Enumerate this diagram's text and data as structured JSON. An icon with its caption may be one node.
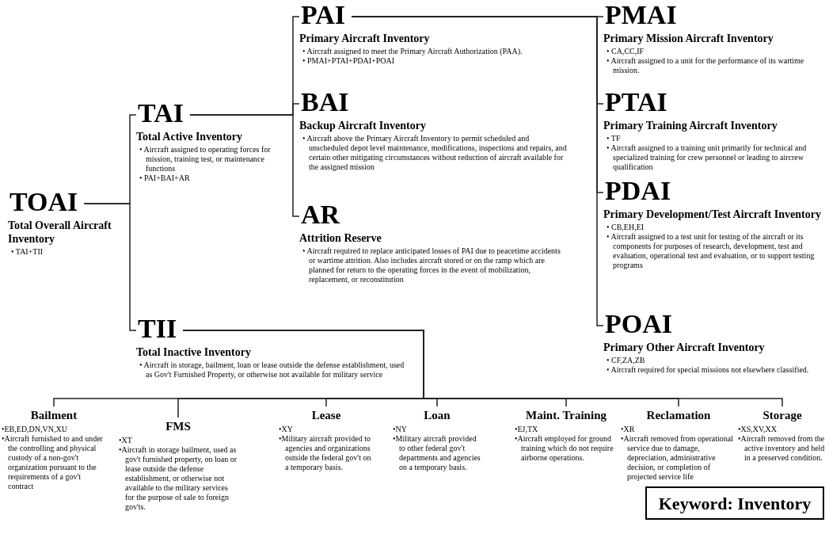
{
  "diagram": {
    "nodes": [
      {
        "text": [
          "TOAI",
          "Total Overall Aircraft Inventory",
          "• TAI+TII"
        ]
      },
      {
        "text": [
          "TAI",
          "Total Active Inventory",
          "• Aircraft assigned to operating forces for mission, training test, or maintenance functions",
          "• PAI+BAI+AR"
        ]
      },
      {
        "text": [
          "TII",
          "Total Inactive Inventory",
          "• Aircraft in storage, bailment, loan or lease outside the defense establishment, used as Gov't Furnished Property, or otherwise not available for military service"
        ]
      },
      {
        "text": [
          "PAI",
          "Primary Aircraft Inventory",
          "• Aircraft assigned to meet the Primary Aircraft Authorization (PAA).",
          "• PMAI+PTAI+PDAI+POAI"
        ]
      },
      {
        "text": [
          "BAI",
          "Backup Aircraft Inventory",
          "• Aircraft above the Primary Aircraft Inventory to permit scheduled and unscheduled depot level maintenance, modifications, inspections and repairs, and certain other mitigating circumstances without reduction of aircraft available for the assigned mission"
        ]
      },
      {
        "text": [
          "AR",
          "Attrition Reserve",
          "• Aircraft required to replace anticipated losses of PAI due to peacetime accidents or wartime attrition. Also includes aircraft stored or on the ramp which are planned for return to the operating forces in the event of mobilization, replacement, or reconstitution"
        ]
      },
      {
        "text": [
          "PMAI",
          "Primary Mission Aircraft Inventory",
          "• CA,CC,IF",
          "• Aircraft assigned to a unit for the performance of its wartime mission."
        ]
      },
      {
        "text": [
          "PTAI",
          "Primary Training Aircraft Inventory",
          "• TF",
          "• Aircraft assigned to a training unit primarily for technical and specialized training for crew personnel or leading to aircrew qualification"
        ]
      },
      {
        "text": [
          "PDAI",
          "Primary Development/Test Aircraft Inventory",
          "• CB,EH,EI",
          "• Aircraft assigned to a test unit for testing of the aircraft or its components for purposes of research, development, test and evaluation, operational test and evaluation, or to support testing programs"
        ]
      },
      {
        "text": [
          "POAI",
          "Primary Other Aircraft Inventory",
          "• CF,ZA,ZB",
          "• Aircraft required for special missions not elsewhere classified."
        ]
      },
      {
        "text": [
          "Bailment",
          "•EB,ED,DN,VN,XU",
          "•Aircraft furnished to and under the controlling and physical custody of a non-gov't organization pursuant to the requirements of a gov't contract"
        ]
      },
      {
        "text": [
          "FMS",
          "•XT",
          "•Aircraft in storage bailment, used as gov't furnished property, on loan or lease outside the defense establishment, or otherwise not available to the military services for the purpose of sale to foreign gov'ts."
        ]
      },
      {
        "text": [
          "Lease",
          "•XY",
          "•Military aircraft provided to agencies and organizations outside the federal gov't on a temporary basis."
        ]
      },
      {
        "text": [
          "Loan",
          "•NY",
          "•Military aircraft provided to other federal gov't departments and agencies on a temporary basis."
        ]
      },
      {
        "text": [
          "Maint. Training",
          "•EJ,TX",
          "•Aircraft employed for ground training which do not require airborne operations."
        ]
      },
      {
        "text": [
          "Reclamation",
          "•XR",
          "•Aircraft removed from operational service due to damage, depreciation, administrative decision, or completion of projected service life"
        ]
      },
      {
        "text": [
          "Storage",
          "•XS,XV,XX",
          "•Aircraft removed from the active inventory and held in a preserved condition."
        ]
      }
    ],
    "edges": [
      {
        "from": 0,
        "to": 1,
        "arrow": "none"
      },
      {
        "from": 0,
        "to": 2,
        "arrow": "none"
      },
      {
        "from": 1,
        "to": 3,
        "arrow": "none"
      },
      {
        "from": 1,
        "to": 4,
        "arrow": "none"
      },
      {
        "from": 1,
        "to": 5,
        "arrow": "none"
      },
      {
        "from": 3,
        "to": 6,
        "arrow": "none"
      },
      {
        "from": 3,
        "to": 7,
        "arrow": "none"
      },
      {
        "from": 3,
        "to": 8,
        "arrow": "none"
      },
      {
        "from": 3,
        "to": 9,
        "arrow": "none"
      },
      {
        "from": 2,
        "to": 10,
        "arrow": "none"
      },
      {
        "from": 2,
        "to": 11,
        "arrow": "none"
      },
      {
        "from": 2,
        "to": 12,
        "arrow": "none"
      },
      {
        "from": 2,
        "to": 13,
        "arrow": "none"
      },
      {
        "from": 2,
        "to": 14,
        "arrow": "none"
      },
      {
        "from": 2,
        "to": 15,
        "arrow": "none"
      },
      {
        "from": 2,
        "to": 16,
        "arrow": "none"
      }
    ],
    "labels": [
      "Keyword: Inventory"
    ]
  }
}
